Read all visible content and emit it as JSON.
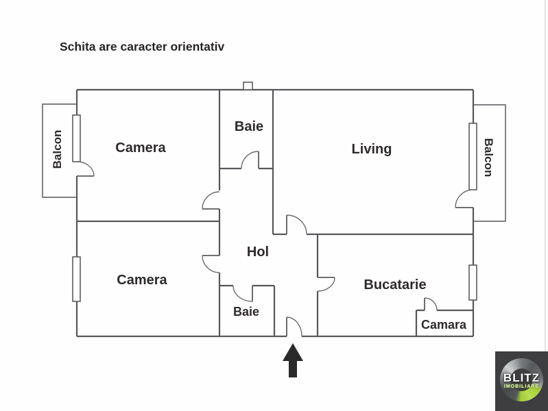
{
  "disclaimer": "Schita are caracter orientativ",
  "rooms": {
    "camera_top": "Camera",
    "baie_top": "Baie",
    "living": "Living",
    "camera_bottom": "Camera",
    "hol": "Hol",
    "baie_bottom": "Baie",
    "bucatarie": "Bucatarie",
    "camara": "Camara",
    "balcon_left": "Balcon",
    "balcon_right": "Balcon"
  },
  "logo": {
    "brand": "BLITZ",
    "tagline": "IMOBILIARE"
  },
  "colors": {
    "wall": "#55575a",
    "label": "#2e2a2b",
    "arrow": "#2a2a2a",
    "logo_bg": "#3e3e40",
    "logo_green": "#a6ce39",
    "edge_line": "#e2e2e2"
  }
}
